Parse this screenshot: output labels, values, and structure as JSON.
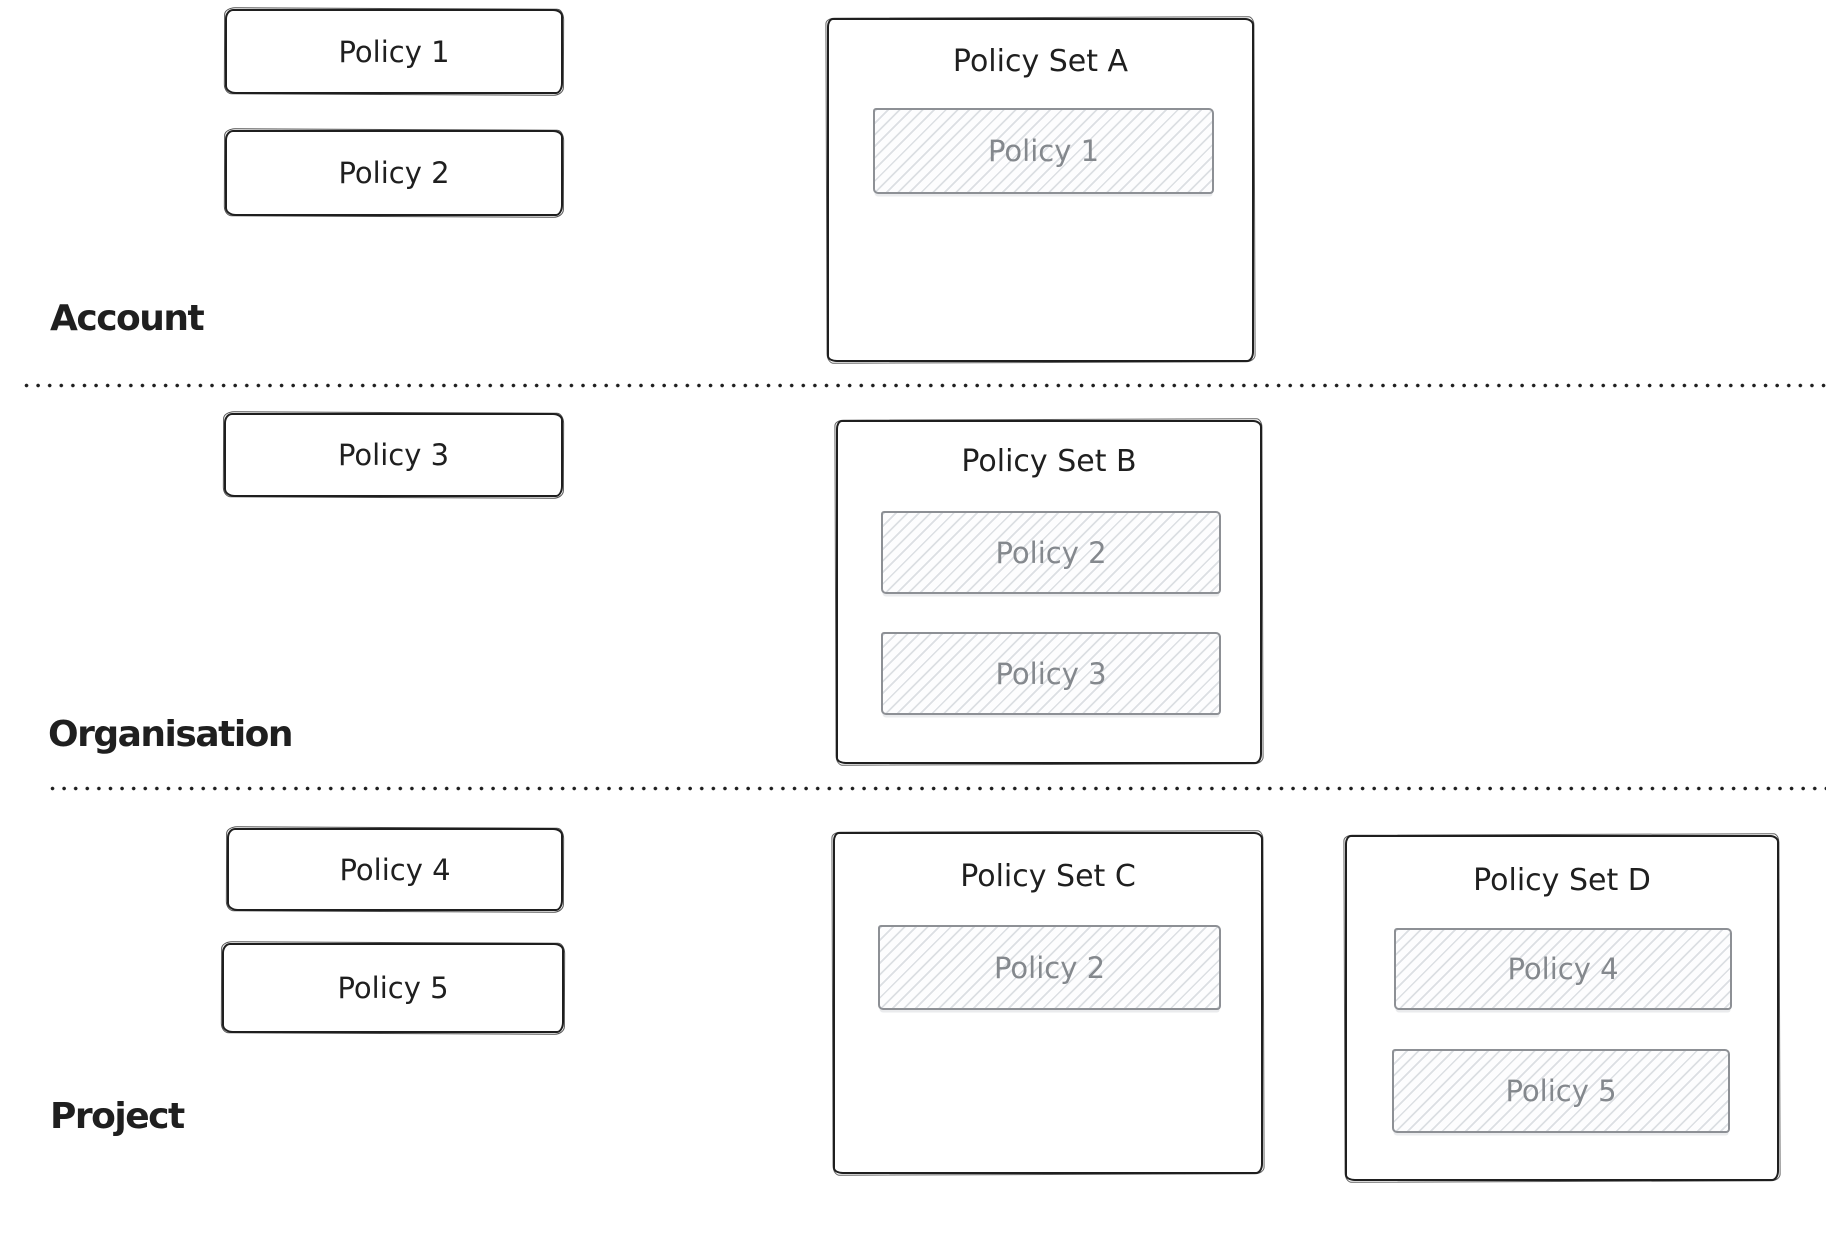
{
  "diagram": {
    "description": "Hand-drawn policy hierarchy diagram with three tiers separated by dotted lines",
    "colors": {
      "background": "#ffffff",
      "stroke": "#1f1f1f",
      "hatch_border": "#8d9095",
      "hatch_fill_line": "#96a0aa",
      "hatch_text": "#84888d",
      "divider_dot": "#1f1f1f"
    }
  },
  "sections": [
    {
      "label": "Account",
      "policies": [
        {
          "label": "Policy 1"
        },
        {
          "label": "Policy 2"
        }
      ],
      "policy_sets": [
        {
          "title": "Policy Set A",
          "members": [
            "Policy 1"
          ]
        }
      ]
    },
    {
      "label": "Organisation",
      "policies": [
        {
          "label": "Policy 3"
        }
      ],
      "policy_sets": [
        {
          "title": "Policy Set B",
          "members": [
            "Policy 2",
            "Policy 3"
          ]
        }
      ]
    },
    {
      "label": "Project",
      "policies": [
        {
          "label": "Policy 4"
        },
        {
          "label": "Policy 5"
        }
      ],
      "policy_sets": [
        {
          "title": "Policy Set C",
          "members": [
            "Policy 2"
          ]
        },
        {
          "title": "Policy Set D",
          "members": [
            "Policy 4",
            "Policy 5"
          ]
        }
      ]
    }
  ]
}
